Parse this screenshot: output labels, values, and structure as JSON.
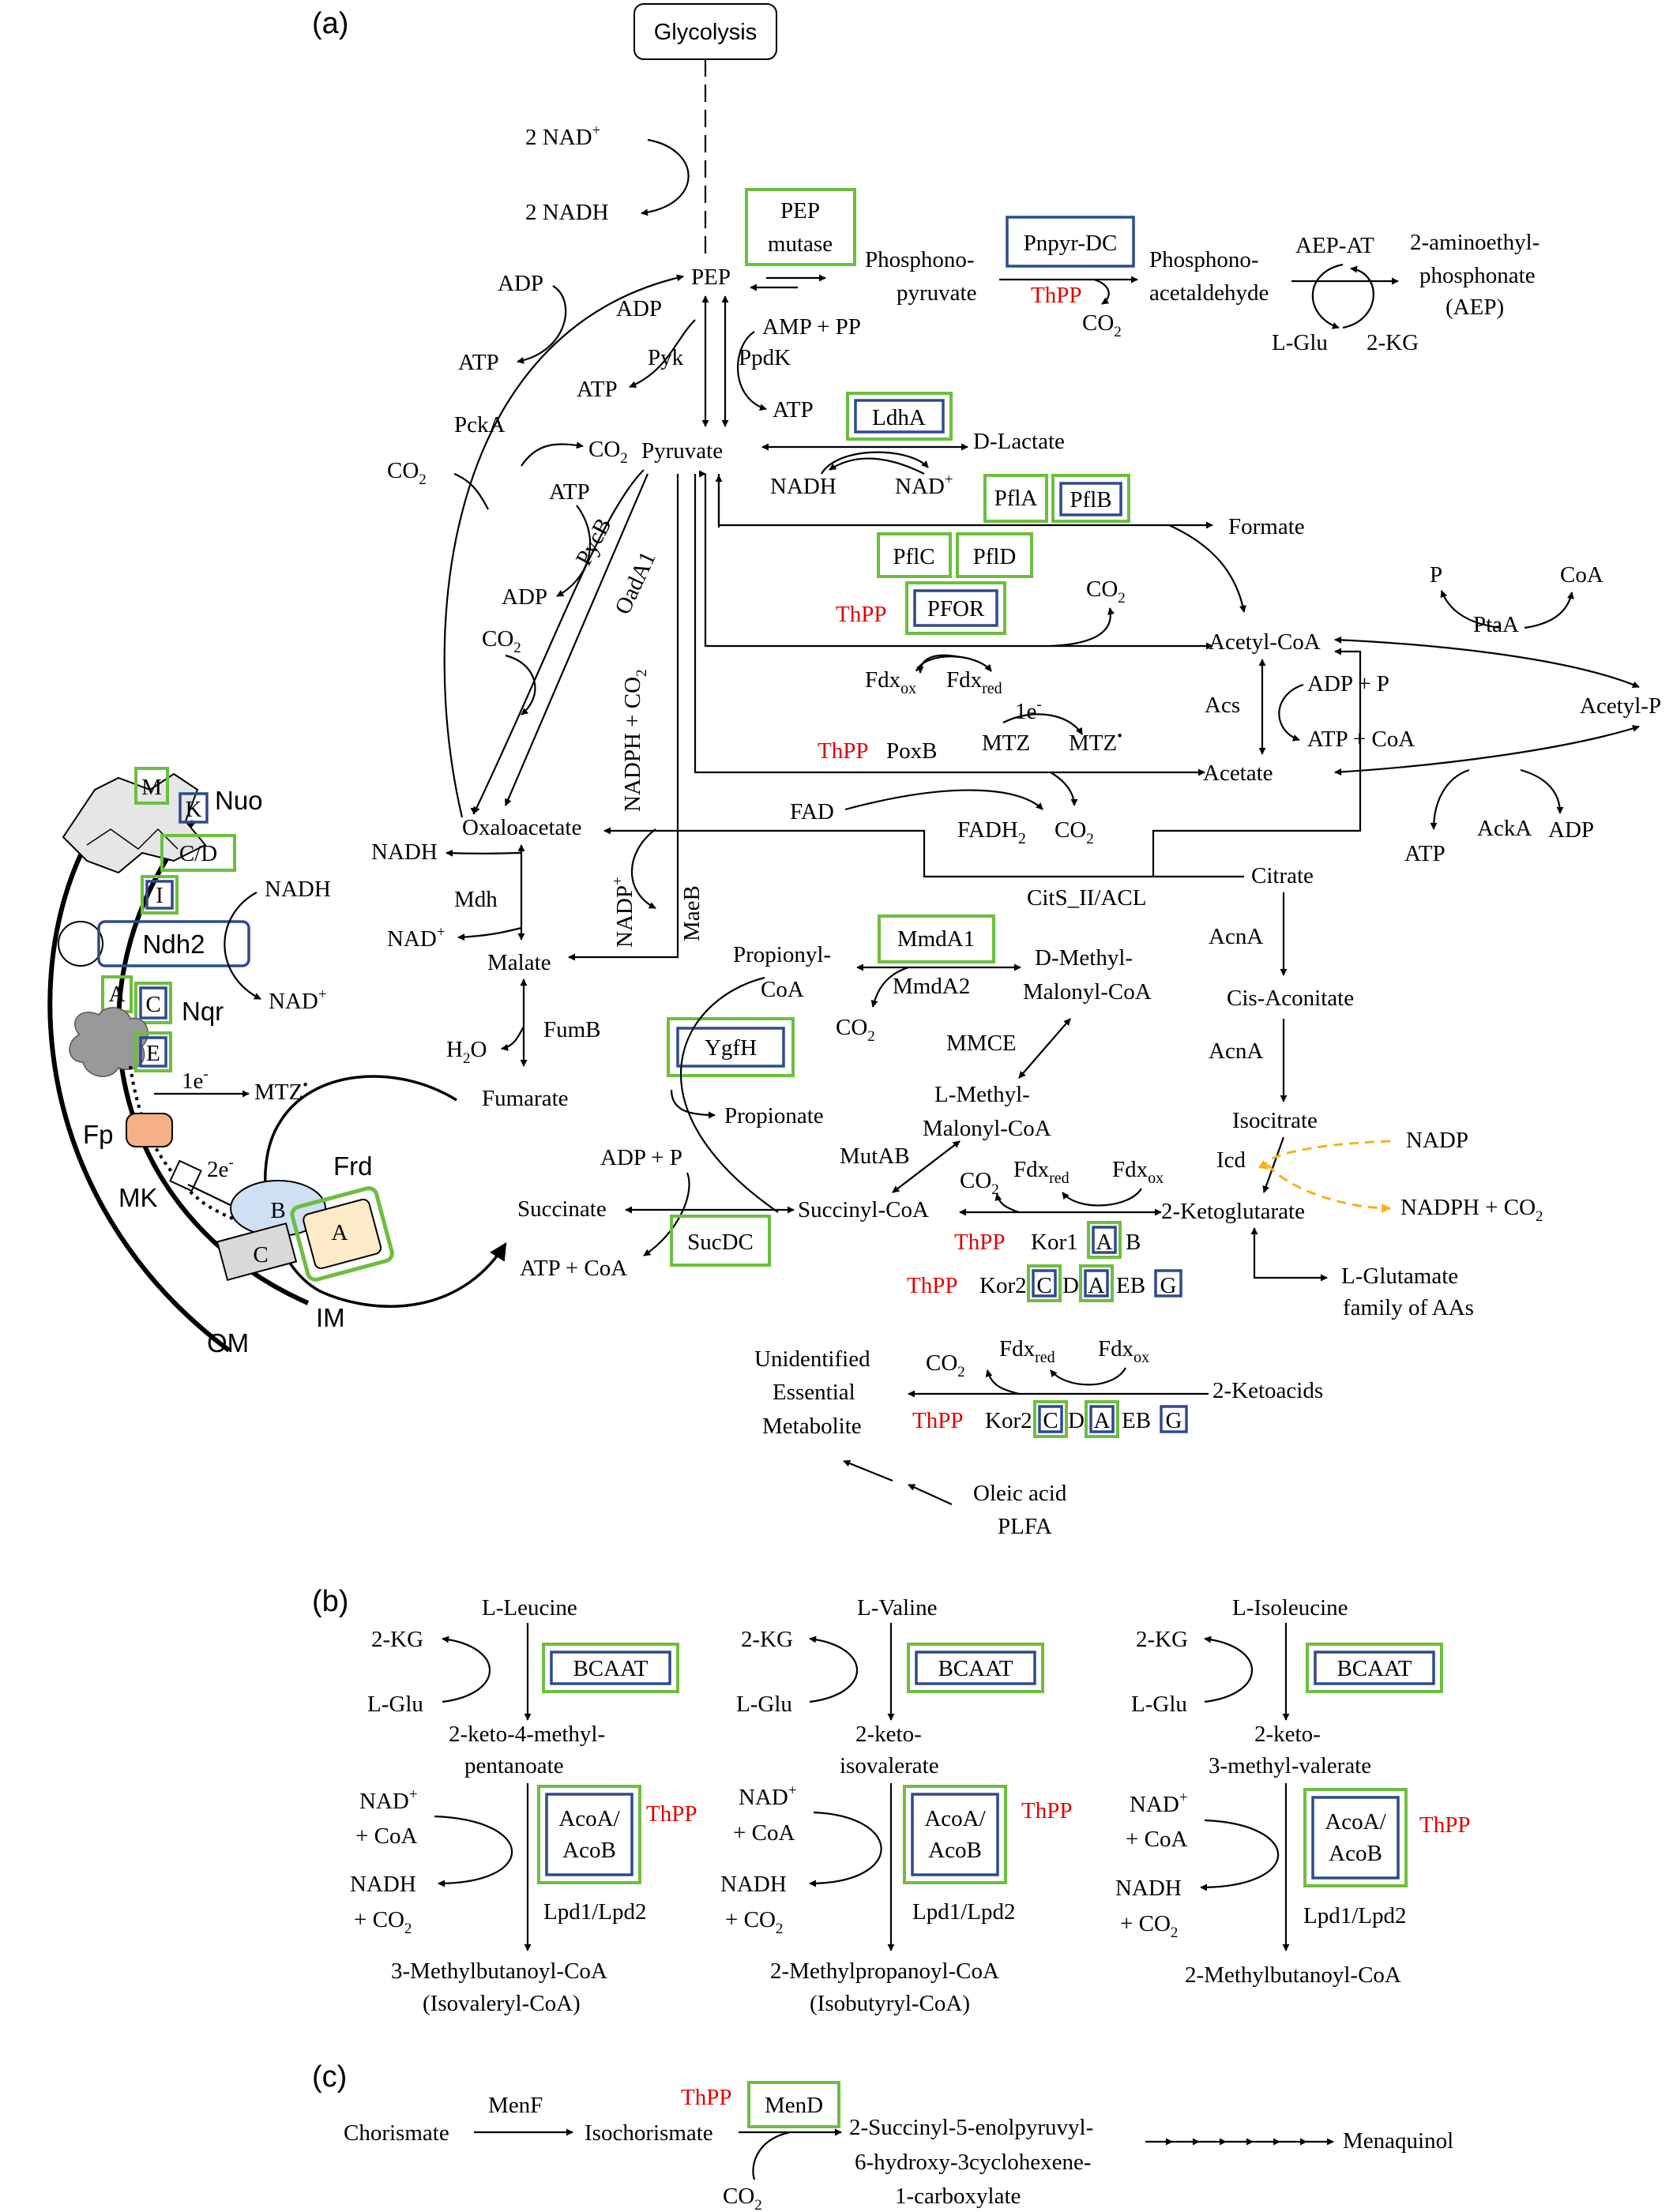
{
  "panels": {
    "a": "(a)",
    "b": "(b)",
    "c": "(c)"
  },
  "enzymes": {
    "pep_mutase_1": "PEP",
    "pep_mutase_2": "mutase",
    "pnpyr_dc": "Pnpyr-DC",
    "aep_at": "AEP-AT",
    "ldha": "LdhA",
    "pfla": "PflA",
    "pflb": "PflB",
    "pflc": "PflC",
    "pfld": "PflD",
    "pfor": "PFOR",
    "pyk": "Pyk",
    "ppdk": "PpdK",
    "pcka": "PckA",
    "pycb": "PycB",
    "oada1": "OadA1",
    "maeb": "MaeB",
    "mdh": "Mdh",
    "fumb": "FumB",
    "mmda1": "MmdA1",
    "mmda2": "MmdA2",
    "mmce": "MMCE",
    "ygfh": "YgfH",
    "mutab": "MutAB",
    "sucdc": "SucDC",
    "ptaa": "PtaA",
    "acka": "AckA",
    "acs": "Acs",
    "poxb": "PoxB",
    "cits": "CitS_II/ACL",
    "acna1": "AcnA",
    "acna2": "AcnA",
    "icd": "Icd",
    "kor1": "Kor1",
    "kor1_a": "A",
    "kor1_b": "B",
    "kor2": "Kor2",
    "kor2_c": "C",
    "kor2_d": "D",
    "kor2_a": "A",
    "kor2_eb": "EB",
    "kor2_g": "G",
    "kor2b": "Kor2",
    "kor2b_c": "C",
    "kor2b_d": "D",
    "kor2b_a": "A",
    "kor2b_eb": "EB",
    "kor2b_g": "G",
    "menf": "MenF",
    "mend": "MenD"
  },
  "membrane": {
    "nuo": "Nuo",
    "nuo_m": "M",
    "nuo_k": "K",
    "nuo_cd": "C/D",
    "nuo_i": "I",
    "ndh2": "Ndh2",
    "nqr": "Nqr",
    "nqr_a": "A",
    "nqr_c": "C",
    "nqr_e": "E",
    "fp": "Fp",
    "mk": "MK",
    "frd": "Frd",
    "frd_a": "A",
    "frd_b": "B",
    "frd_c": "C",
    "om": "OM",
    "im": "IM",
    "nadh": "NADH",
    "nad": "NAD",
    "e1": "1e",
    "mtz": "MTZ",
    "e2": "2e",
    "sup_plus": "+",
    "sup_minus": "-",
    "sup_dot": "•"
  },
  "metabolites": {
    "glycolysis": "Glycolysis",
    "two_nad": "2 NAD",
    "two_nadh": "2 NADH",
    "pep": "PEP",
    "phosphonopyruvate_1": "Phosphono-",
    "phosphonopyruvate_2": "pyruvate",
    "phosphonoacetaldehyde_1": "Phosphono-",
    "phosphonoacetaldehyde_2": "acetaldehyde",
    "aep_1": "2-aminoethyl-",
    "aep_2": "phosphonate",
    "aep_3": "(AEP)",
    "lglu": "L-Glu",
    "twokg": "2-KG",
    "co2": "CO",
    "two": "2",
    "thpp": "ThPP",
    "adp": "ADP",
    "atp": "ATP",
    "amp_pp": "AMP + PP",
    "pyruvate": "Pyruvate",
    "dlactate": "D-Lactate",
    "nadh": "NADH",
    "nad": "NAD",
    "formate": "Formate",
    "acetylcoa": "Acetyl-CoA",
    "p": "P",
    "coa": "CoA",
    "acetylp": "Acetyl-P",
    "fdx": "Fdx",
    "ox": "ox",
    "red": "red",
    "one_e": "1e",
    "mtz": "MTZ",
    "adp_p": "ADP + P",
    "atp_coa": "ATP + CoA",
    "acetate": "Acetate",
    "nadph_co2": "NADPH + CO",
    "oxaloacetate": "Oxaloacetate",
    "fad": "FAD",
    "fadh": "FADH",
    "citrate": "Citrate",
    "nadp": "NADP",
    "malate": "Malate",
    "propionylcoa_1": "Propionyl-",
    "propionylcoa_2": "CoA",
    "dmm_1": "D-Methyl-",
    "dmm_2": "Malonyl-CoA",
    "cisaconitate": "Cis-Aconitate",
    "h2o": "H",
    "h2o_b": "O",
    "fumarate": "Fumarate",
    "propionate": "Propionate",
    "lmm_1": "L-Methyl-",
    "lmm_2": "Malonyl-CoA",
    "isocitrate": "Isocitrate",
    "nadp_y": "NADP",
    "nadph_co2_y": "NADPH + CO",
    "succinate": "Succinate",
    "succinylcoa": "Succinyl-CoA",
    "twoketoglutarate": "2-Ketoglutarate",
    "lglutamate_1": "L-Glutamate",
    "lglutamate_2": "family  of AAs",
    "uem_1": "Unidentified",
    "uem_2": "Essential",
    "uem_3": "Metabolite",
    "twoketoacids": "2-Ketoacids",
    "oleic_1": "Oleic acid",
    "oleic_2": "PLFA"
  },
  "panel_b": [
    {
      "aa": "L-Leucine",
      "kg": "2-KG",
      "glu": "L-Glu",
      "bcaat": "BCAAT",
      "keto_1": "2-keto-4-methyl-",
      "keto_2": "pentanoate",
      "nad": "NAD",
      "coa": "+ CoA",
      "nadh": "NADH",
      "co2": "+ CO",
      "aco_1": "AcoA/",
      "aco_2": "AcoB",
      "thpp": "ThPP",
      "lpd": "Lpd1/Lpd2",
      "prod_1": "3-Methylbutanoyl-CoA",
      "prod_2": "(Isovaleryl-CoA)"
    },
    {
      "aa": "L-Valine",
      "kg": "2-KG",
      "glu": "L-Glu",
      "bcaat": "BCAAT",
      "keto_1": "2-keto-",
      "keto_2": "isovalerate",
      "nad": "NAD",
      "coa": "+ CoA",
      "nadh": "NADH",
      "co2": "+ CO",
      "aco_1": "AcoA/",
      "aco_2": "AcoB",
      "thpp": "ThPP",
      "lpd": "Lpd1/Lpd2",
      "prod_1": "2-Methylpropanoyl-CoA",
      "prod_2": "(Isobutyryl-CoA)"
    },
    {
      "aa": "L-Isoleucine",
      "kg": "2-KG",
      "glu": "L-Glu",
      "bcaat": "BCAAT",
      "keto_1": "2-keto-",
      "keto_2": "3-methyl-valerate",
      "nad": "NAD",
      "coa": "+ CoA",
      "nadh": "NADH",
      "co2": "+ CO",
      "aco_1": "AcoA/",
      "aco_2": "AcoB",
      "thpp": "ThPP",
      "lpd": "Lpd1/Lpd2",
      "prod_1": "2-Methylbutanoyl-CoA",
      "prod_2": ""
    }
  ],
  "panel_c": {
    "chorismate": "Chorismate",
    "isochorismate": "Isochorismate",
    "sephchc_1": "2-Succinyl-5-enolpyruvyl-",
    "sephchc_2": "6-hydroxy-3cyclohexene-",
    "sephchc_3": "1-carboxylate",
    "menaquinol": "Menaquinol",
    "co2": "CO",
    "two": "2"
  },
  "colors": {
    "enzyme_green": "#6cbf3e",
    "enzyme_blue": "#2f4a8c",
    "thpp_red": "#e00000",
    "nadp_arrow": "#f2b418"
  }
}
